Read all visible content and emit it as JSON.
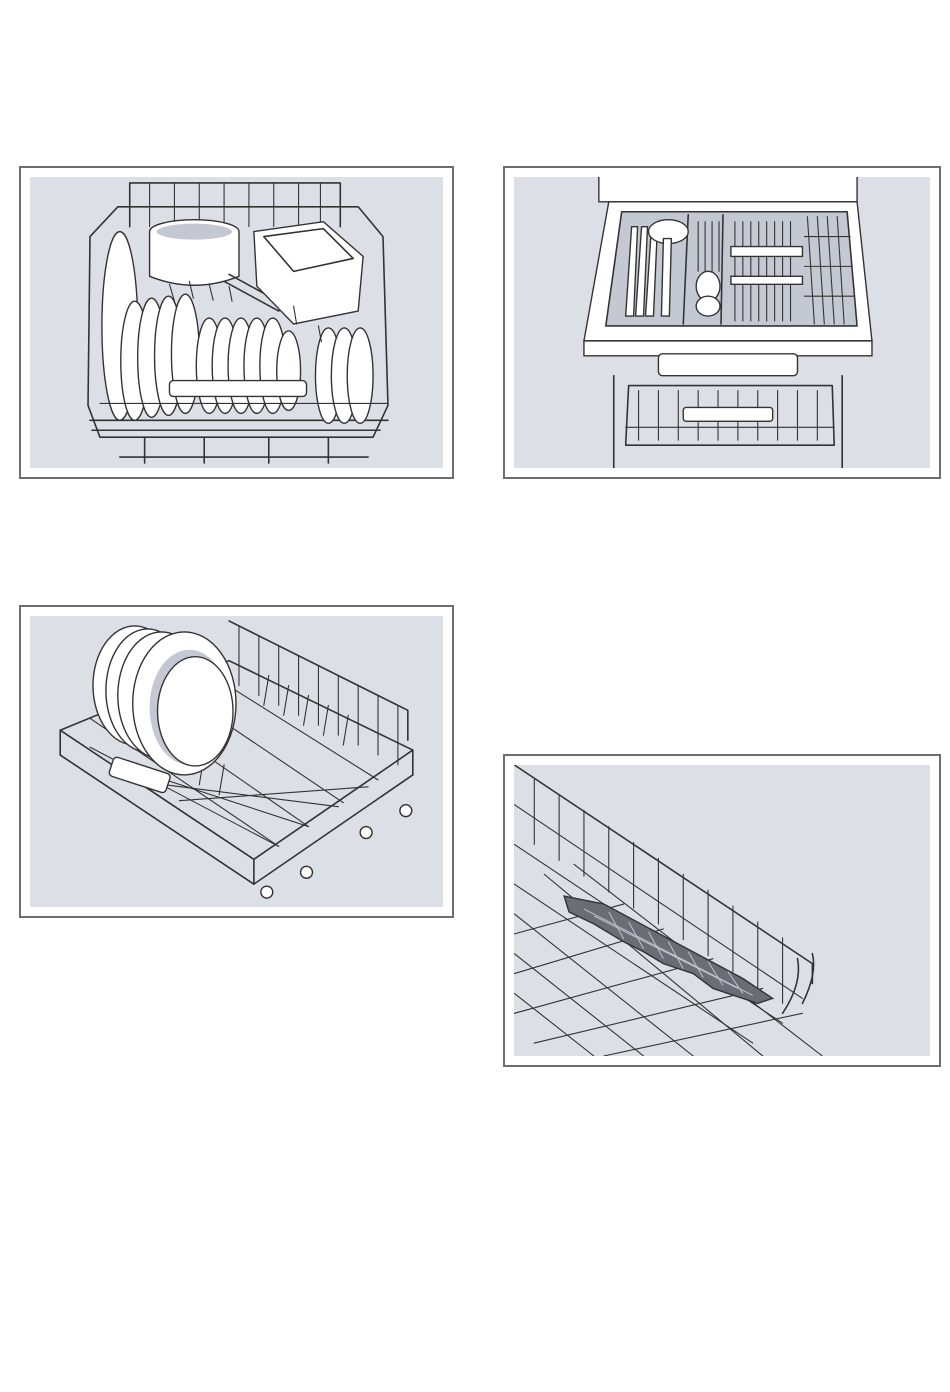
{
  "figures": [
    {
      "subject": "lower-rack-with-plates-pots-and-dishes"
    },
    {
      "subject": "cutlery-drawer-with-utensils"
    },
    {
      "subject": "lower-rack-with-folded-plate-rows"
    },
    {
      "subject": "rack-with-attached-holder-insert"
    }
  ],
  "colors": {
    "panel_background": "#dcdfe6",
    "frame_border": "#6e6e6e",
    "line_art": "#333333",
    "shade": "#c4c8d2"
  }
}
